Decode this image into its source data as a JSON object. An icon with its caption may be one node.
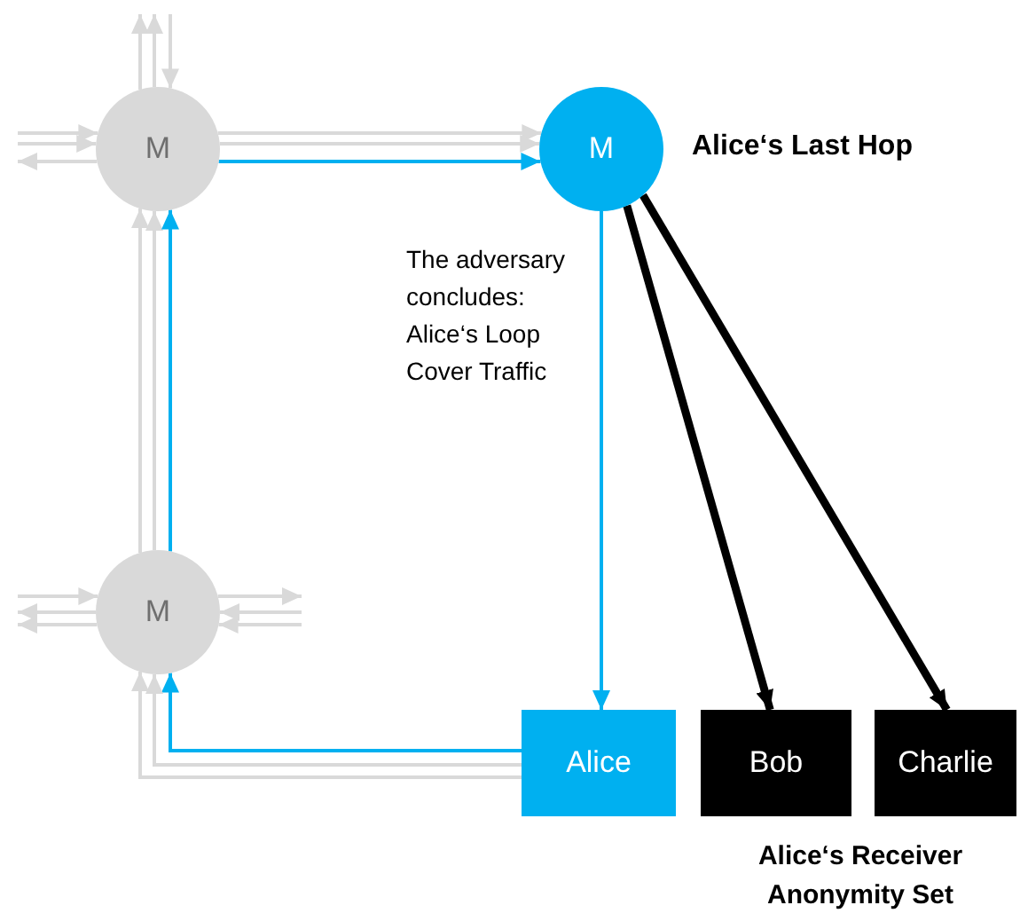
{
  "diagram": {
    "nodes": [
      {
        "text": [
          "M"
        ]
      },
      {
        "text": [
          "M"
        ],
        "beside": [
          "Alice‘s Last Hop"
        ]
      },
      {
        "text": [
          "M"
        ]
      },
      {
        "text": [
          "Alice"
        ]
      },
      {
        "text": [
          "Bob"
        ]
      },
      {
        "text": [
          "Charlie"
        ]
      }
    ],
    "edges": [
      {
        "from": 0,
        "to": null,
        "arrow": "to"
      },
      {
        "from": 0,
        "to": null,
        "arrow": "to"
      },
      {
        "from": null,
        "to": 0,
        "arrow": "to"
      },
      {
        "from": null,
        "to": 0,
        "arrow": "to"
      },
      {
        "from": null,
        "to": 0,
        "arrow": "to"
      },
      {
        "from": 0,
        "to": null,
        "arrow": "to"
      },
      {
        "from": 0,
        "to": 1,
        "arrow": "to"
      },
      {
        "from": 0,
        "to": 1,
        "arrow": "to"
      },
      {
        "from": 0,
        "to": 1,
        "arrow": "to",
        "color": "#00b0f0"
      },
      {
        "from": 2,
        "to": 0,
        "arrow": "to"
      },
      {
        "from": 2,
        "to": 0,
        "arrow": "to"
      },
      {
        "from": 2,
        "to": 0,
        "arrow": "to",
        "color": "#00b0f0"
      },
      {
        "from": null,
        "to": 2,
        "arrow": "to"
      },
      {
        "from": 2,
        "to": null,
        "arrow": "to"
      },
      {
        "from": 2,
        "to": null,
        "arrow": "to"
      },
      {
        "from": 2,
        "to": null,
        "arrow": "to"
      },
      {
        "from": null,
        "to": 2,
        "arrow": "to"
      },
      {
        "from": null,
        "to": 2,
        "arrow": "to"
      },
      {
        "from": 1,
        "to": 3,
        "arrow": "to",
        "color": "#00b0f0"
      },
      {
        "from": 1,
        "to": 4,
        "arrow": "to",
        "style": "thick",
        "color": "#000000"
      },
      {
        "from": 1,
        "to": 5,
        "arrow": "to",
        "style": "thick",
        "color": "#000000"
      },
      {
        "from": 3,
        "to": 2,
        "arrow": "to",
        "color": "#00b0f0"
      },
      {
        "from": 3,
        "to": 2,
        "arrow": "to"
      },
      {
        "from": 3,
        "to": 2,
        "arrow": "to"
      }
    ],
    "labels": [
      "The adversary concludes: Alice‘s Loop Cover Traffic",
      "Alice‘s Receiver Anonymity Set"
    ]
  }
}
